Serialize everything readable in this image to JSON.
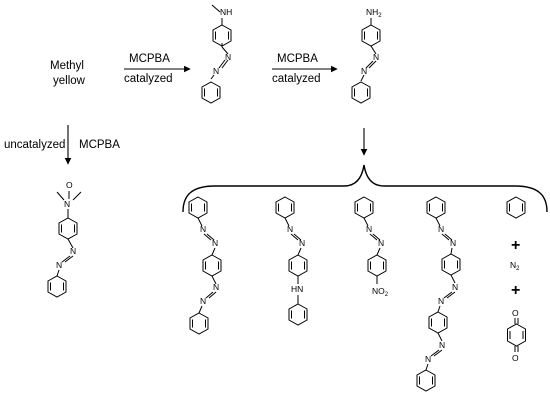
{
  "labels": {
    "methyl": "Methyl",
    "yellow": "yellow",
    "mcpba_1": "MCPBA",
    "catalyzed_1": "catalyzed",
    "mcpba_2": "MCPBA",
    "catalyzed_2": "catalyzed",
    "uncatalyzed": "uncatalyzed",
    "mcpba_3": "MCPBA"
  },
  "atoms": {
    "nh_top": "NH",
    "nh2_n": "NH",
    "nh2_sub": "2",
    "oxide_n": "N",
    "oxide_o": "O",
    "nitro_no": "NO",
    "nitro_sub": "2",
    "nh_mid": "HN",
    "n2": "N",
    "n2_sub": "2",
    "o_top": "O",
    "o_bottom": "O",
    "plus": "+"
  }
}
